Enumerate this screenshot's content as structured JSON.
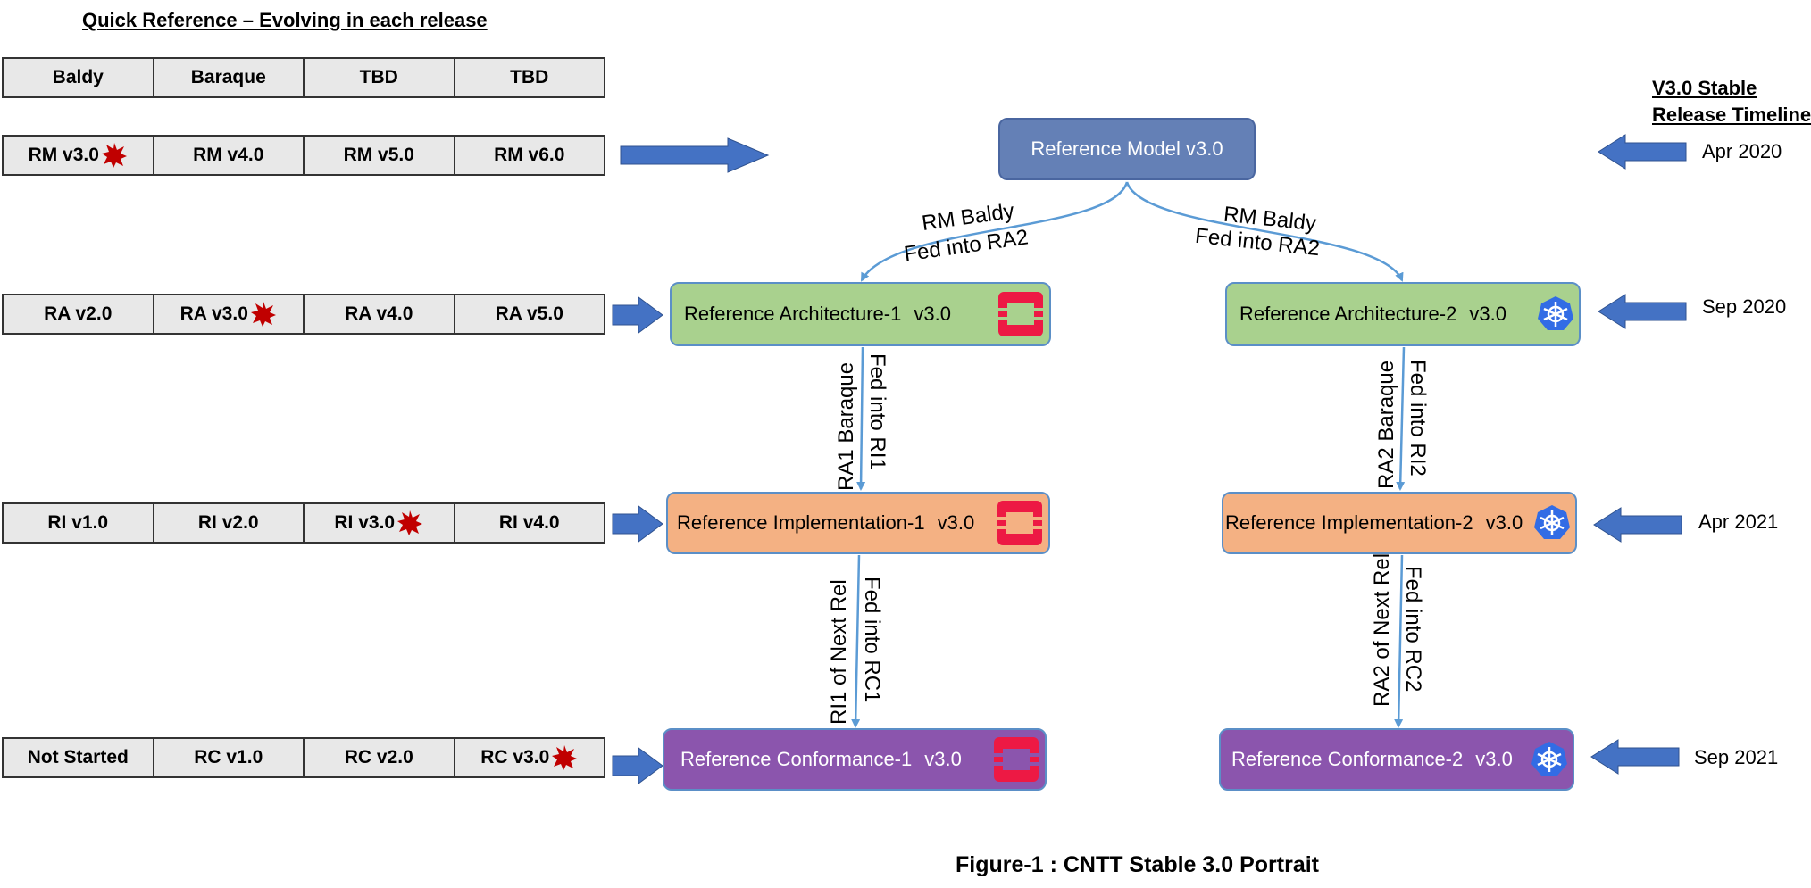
{
  "quick_reference": {
    "title": "Quick Reference – Evolving in each release",
    "header": [
      "Baldy",
      "Baraque",
      "TBD",
      "TBD"
    ],
    "rows": [
      {
        "cells": [
          "RM v3.0",
          "RM v4.0",
          "RM v5.0",
          "RM v6.0"
        ],
        "current_index": 0
      },
      {
        "cells": [
          "RA v2.0",
          "RA v3.0",
          "RA v4.0",
          "RA v5.0"
        ],
        "current_index": 1
      },
      {
        "cells": [
          "RI v1.0",
          "RI v2.0",
          "RI v3.0",
          "RI v4.0"
        ],
        "current_index": 2
      },
      {
        "cells": [
          "Not Started",
          "RC v1.0",
          "RC v2.0",
          "RC v3.0"
        ],
        "current_index": 3
      }
    ]
  },
  "timeline": {
    "title_line1": "V3.0 Stable",
    "title_line2": "Release Timeline",
    "dates": [
      "Apr 2020",
      "Sep 2020",
      "Apr 2021",
      "Sep 2021"
    ]
  },
  "boxes": {
    "rm": "Reference Model v3.0",
    "ra1": {
      "label": "Reference Architecture-1",
      "version": "v3.0",
      "logo": "openstack-icon"
    },
    "ra2": {
      "label": "Reference Architecture-2",
      "version": "v3.0",
      "logo": "kubernetes-icon"
    },
    "ri1": {
      "label": "Reference Implementation-1",
      "version": "v3.0",
      "logo": "openstack-icon"
    },
    "ri2": {
      "label": "Reference Implementation-2",
      "version": "v3.0",
      "logo": "kubernetes-icon"
    },
    "rc1": {
      "label": "Reference Conformance-1",
      "version": "v3.0",
      "logo": "openstack-icon"
    },
    "rc2": {
      "label": "Reference Conformance-2",
      "version": "v3.0",
      "logo": "kubernetes-icon"
    }
  },
  "connectors": {
    "rm_ra1": {
      "line1": "RM Baldy",
      "line2": "Fed into RA2"
    },
    "rm_ra2": {
      "line1": "RM Baldy",
      "line2": "Fed into RA2"
    },
    "ra1_ri1": {
      "left": "RA1 Baraque",
      "right": "Fed into RI1"
    },
    "ra2_ri2": {
      "left": "RA2 Baraque",
      "right": "Fed into RI2"
    },
    "ri1_rc1": {
      "left": "RI1 of Next Rel",
      "right": "Fed into RC1"
    },
    "ri2_rc2": {
      "left": "RA2 of Next Rel",
      "right": "Fed into RC2"
    }
  },
  "caption": "Figure-1 : CNTT Stable 3.0 Portrait",
  "colors": {
    "rm": "#6480b6",
    "ra": "#a9d18e",
    "ri": "#f4b183",
    "rc": "#8b55ad",
    "arrow": "#4472c4",
    "connector": "#5b9bd5",
    "star": "#c00000",
    "openstack": "#ed1944",
    "kubernetes": "#326ce5"
  }
}
